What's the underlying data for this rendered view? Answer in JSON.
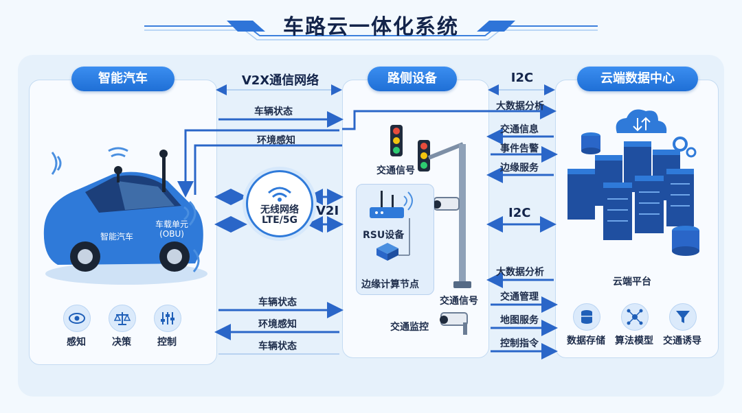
{
  "title": "车路云一体化系统",
  "sections": {
    "vehicle": "智能汽车",
    "network": "V2X通信网络",
    "roadside": "路侧设备",
    "i2c_top": "I2C",
    "cloud": "云端数据中心"
  },
  "vehicle": {
    "car_label": "智能汽车",
    "obu_label": "车载单元\n(OBU)",
    "functions": [
      {
        "label": "感知",
        "icon": "eye-icon"
      },
      {
        "label": "决策",
        "icon": "scale-icon"
      },
      {
        "label": "控制",
        "icon": "sliders-icon"
      }
    ]
  },
  "network": {
    "upper_arrows": [
      "车辆状态",
      "环境感知"
    ],
    "wireless_title": "无线网络",
    "wireless_sub": "LTE/5G",
    "v2i": "V2I",
    "lower_arrows": [
      "车辆状态",
      "环境感知",
      "车辆状态"
    ]
  },
  "roadside": {
    "signal_top": "交通信号",
    "rsu": "RSU设备",
    "edge_node": "边缘计算节点",
    "signal_bottom": "交通信号",
    "camera": "交通监控"
  },
  "i2c": {
    "top_arrows": [
      "大数据分析",
      "交通信息",
      "事件告警",
      "边缘服务"
    ],
    "middle": "I2C",
    "bottom_arrows": [
      "大数据分析",
      "交通管理",
      "地图服务",
      "控制指令"
    ]
  },
  "cloud": {
    "platform": "云端平台",
    "functions": [
      {
        "label": "数据存储",
        "icon": "database-icon"
      },
      {
        "label": "算法模型",
        "icon": "network-icon"
      },
      {
        "label": "交通诱导",
        "icon": "filter-icon"
      }
    ]
  },
  "colors": {
    "accent": "#1f6fd6",
    "arrow": "#2a66c8",
    "panel_border": "#c4dbf2"
  }
}
